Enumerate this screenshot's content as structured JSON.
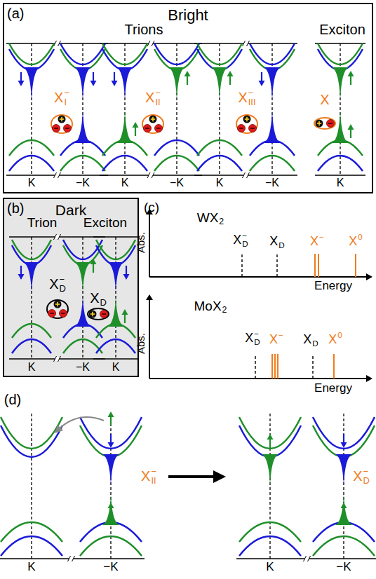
{
  "diagram": {
    "nodes": [
      {
        "text": [
          "(a)",
          "Bright"
        ]
      },
      {
        "text": [
          "(b)",
          "Dark"
        ]
      }
    ],
    "labels": [
      "Trions",
      "Exciton",
      "X",
      "−",
      "I",
      "X",
      "−",
      "II",
      "X",
      "−",
      "III",
      "X",
      "K",
      "−K",
      "K",
      "−K",
      "K",
      "−K",
      "K",
      "Trion",
      "Exciton",
      "X",
      "−",
      "D",
      "X",
      "D",
      "K",
      "−K",
      "K",
      "(c)",
      "WX",
      "2",
      "Abs.",
      "Energy",
      "X",
      "−",
      "D",
      "X",
      "D",
      "X",
      "−",
      "X",
      "0",
      "MoX",
      "2",
      "Abs.",
      "Energy",
      "X",
      "−",
      "D",
      "X",
      "−",
      "X",
      "D",
      "X",
      "0",
      "(d)",
      "X",
      "−",
      "II",
      "X",
      "−",
      "D",
      "K",
      "−K",
      "K",
      "−K"
    ]
  }
}
